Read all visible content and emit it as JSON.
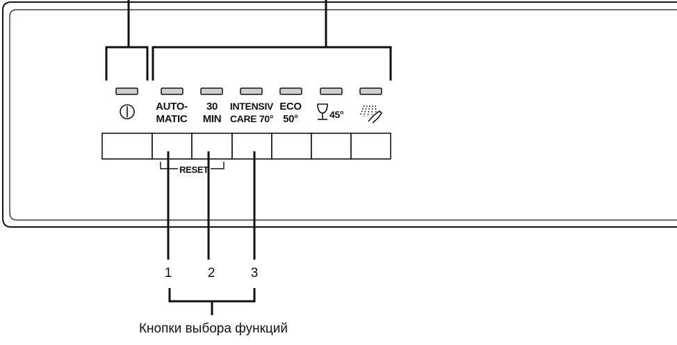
{
  "panel": {
    "buttons": [
      {
        "id": "power",
        "icon": "power-icon",
        "label_lines": []
      },
      {
        "id": "automatic",
        "label_lines": [
          "AUTO-",
          "MATIC"
        ]
      },
      {
        "id": "min30",
        "label_lines": [
          "30",
          "MIN"
        ]
      },
      {
        "id": "intensiv",
        "label_lines": [
          "INTENSIV",
          "CARE 70°"
        ]
      },
      {
        "id": "eco",
        "label_lines": [
          "ECO",
          "50°"
        ]
      },
      {
        "id": "glass",
        "icon": "wine-glass-icon",
        "label_lines": [
          "45°"
        ]
      },
      {
        "id": "rinse",
        "icon": "water-spray-icon",
        "label_lines": []
      }
    ],
    "reset_label": "RESET"
  },
  "callouts": {
    "numbers": [
      "1",
      "2",
      "3"
    ],
    "caption": "Кнопки выбора функций"
  },
  "colors": {
    "line": "#111111",
    "indicator_fill": "#cfcfcf",
    "background": "#ffffff"
  }
}
